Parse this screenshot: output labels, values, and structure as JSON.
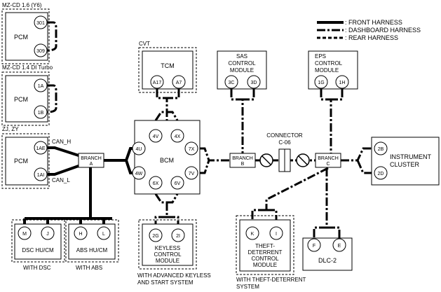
{
  "legend": {
    "front": ": FRONT HARNESS",
    "dashboard": ": DASHBOARD HARNESS",
    "rear": ": REAR HARNESS"
  },
  "variants": {
    "v1": "MZ-CD 1.6 (Y6)",
    "v2": "MZ-CD 1.4 DI Turbo",
    "v3": "ZJ, ZY",
    "cvt": "CVT"
  },
  "modules": {
    "pcm": "PCM",
    "tcm": "TCM",
    "bcm": "BCM",
    "sas": [
      "SAS",
      "CONTROL",
      "MODULE"
    ],
    "eps": [
      "EPS",
      "CONTROL",
      "MODULE"
    ],
    "cluster": [
      "INSTRUMENT",
      "CLUSTER"
    ],
    "dsc": "DSC HU/CM",
    "abs": "ABS HU/CM",
    "keyless": [
      "KEYLESS",
      "CONTROL",
      "MODULE"
    ],
    "theft": [
      "THEFT-",
      "DETERRENT",
      "CONTROL",
      "MODULE"
    ],
    "dlc": "DLC-2"
  },
  "branches": {
    "a": [
      "BRANCH",
      "A"
    ],
    "b": [
      "BRANCH",
      "B"
    ],
    "c": [
      "BRANCH",
      "C"
    ]
  },
  "connector": [
    "CONNECTOR",
    "C-06"
  ],
  "can": {
    "h": "CAN_H",
    "l": "CAN_L"
  },
  "pins": {
    "pcm1_top": "301",
    "pcm1_bot": "309",
    "pcm2_top": "1A",
    "pcm2_bot": "1B",
    "pcm3_top": "1AE",
    "pcm3_bot": "1AI",
    "tcm_l": "A17",
    "tcm_r": "A7",
    "sas_l": "3C",
    "sas_r": "3D",
    "eps_l": "1G",
    "eps_r": "1H",
    "bcm_4v": "4V",
    "bcm_4x": "4X",
    "bcm_4u": "4U",
    "bcm_7x": "7X",
    "bcm_4w": "4W",
    "bcm_7v": "7V",
    "bcm_6x": "6X",
    "bcm_6v": "6V",
    "ic_top": "2B",
    "ic_bot": "2D",
    "dsc_l": "M",
    "dsc_r": "J",
    "abs_l": "H",
    "abs_r": "L",
    "kl_l": "2G",
    "kl_r": "2I",
    "th_l": "K",
    "th_r": "I",
    "dlc_l": "F",
    "dlc_r": "E"
  },
  "footnotes": {
    "dsc": "WITH DSC",
    "abs": "WITH ABS",
    "keyless": [
      "WITH ADVANCED KEYLESS",
      "AND START SYSTEM"
    ],
    "theft": [
      "WITH THEFT-DETERRENT",
      "SYSTEM"
    ]
  }
}
